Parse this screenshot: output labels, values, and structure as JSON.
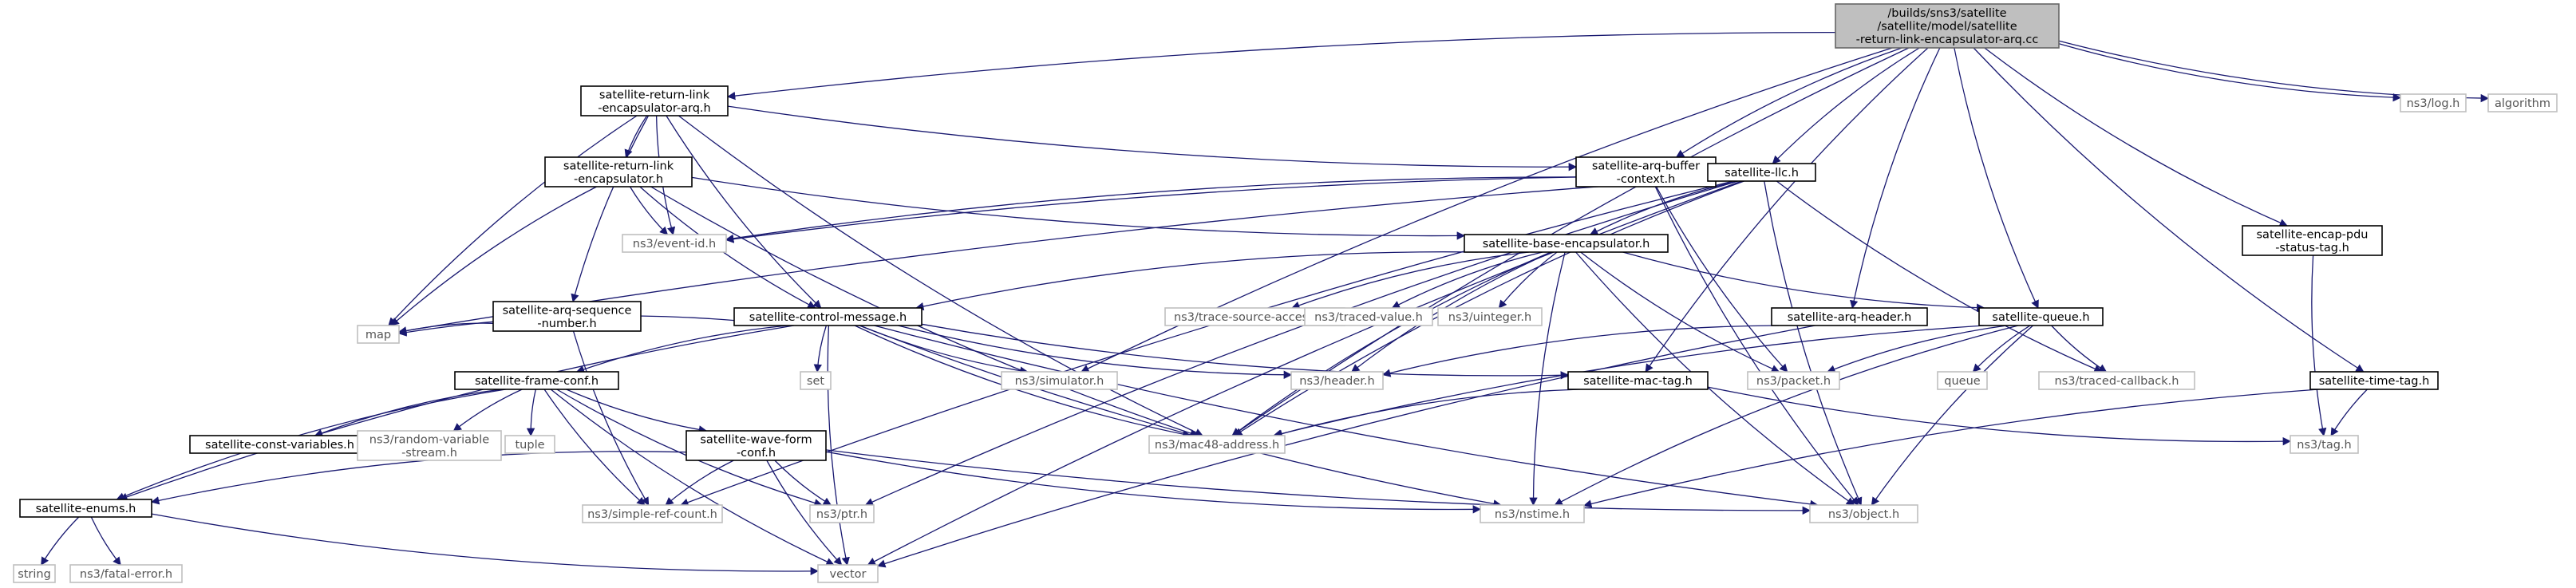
{
  "nodes": [
    {
      "id": "root",
      "lines": [
        "/builds/sns3/satellite",
        "/satellite/model/satellite",
        "-return-link-encapsulator-arq.cc"
      ],
      "kind": "root"
    },
    {
      "id": "retEncArqH",
      "lines": [
        "satellite-return-link",
        "-encapsulator-arq.h"
      ],
      "kind": "doc"
    },
    {
      "id": "log",
      "lines": [
        "ns3/log.h"
      ],
      "kind": "ext"
    },
    {
      "id": "algorithm",
      "lines": [
        "algorithm"
      ],
      "kind": "ext"
    },
    {
      "id": "retEncH",
      "lines": [
        "satellite-return-link",
        "-encapsulator.h"
      ],
      "kind": "doc"
    },
    {
      "id": "arqBuf",
      "lines": [
        "satellite-arq-buffer",
        "-context.h"
      ],
      "kind": "doc"
    },
    {
      "id": "llc",
      "lines": [
        "satellite-llc.h"
      ],
      "kind": "doc"
    },
    {
      "id": "encapPdu",
      "lines": [
        "satellite-encap-pdu",
        "-status-tag.h"
      ],
      "kind": "doc"
    },
    {
      "id": "eventId",
      "lines": [
        "ns3/event-id.h"
      ],
      "kind": "ext"
    },
    {
      "id": "baseEnc",
      "lines": [
        "satellite-base-encapsulator.h"
      ],
      "kind": "doc"
    },
    {
      "id": "arqSeq",
      "lines": [
        "satellite-arq-sequence",
        "-number.h"
      ],
      "kind": "doc"
    },
    {
      "id": "ctrlMsg",
      "lines": [
        "satellite-control-message.h"
      ],
      "kind": "doc"
    },
    {
      "id": "traceSrc",
      "lines": [
        "ns3/trace-source-accessor.h"
      ],
      "kind": "ext"
    },
    {
      "id": "tracedVal",
      "lines": [
        "ns3/traced-value.h"
      ],
      "kind": "ext"
    },
    {
      "id": "uinteger",
      "lines": [
        "ns3/uinteger.h"
      ],
      "kind": "ext"
    },
    {
      "id": "arqHdr",
      "lines": [
        "satellite-arq-header.h"
      ],
      "kind": "doc"
    },
    {
      "id": "queue",
      "lines": [
        "satellite-queue.h"
      ],
      "kind": "doc"
    },
    {
      "id": "map",
      "lines": [
        "map"
      ],
      "kind": "ext"
    },
    {
      "id": "set",
      "lines": [
        "set"
      ],
      "kind": "ext"
    },
    {
      "id": "simulator",
      "lines": [
        "ns3/simulator.h"
      ],
      "kind": "ext"
    },
    {
      "id": "header",
      "lines": [
        "ns3/header.h"
      ],
      "kind": "ext"
    },
    {
      "id": "macTag",
      "lines": [
        "satellite-mac-tag.h"
      ],
      "kind": "doc"
    },
    {
      "id": "packet",
      "lines": [
        "ns3/packet.h"
      ],
      "kind": "ext"
    },
    {
      "id": "queueStd",
      "lines": [
        "queue"
      ],
      "kind": "ext"
    },
    {
      "id": "tracedCb",
      "lines": [
        "ns3/traced-callback.h"
      ],
      "kind": "ext"
    },
    {
      "id": "timeTag",
      "lines": [
        "satellite-time-tag.h"
      ],
      "kind": "doc"
    },
    {
      "id": "frameConf",
      "lines": [
        "satellite-frame-conf.h"
      ],
      "kind": "doc"
    },
    {
      "id": "constVars",
      "lines": [
        "satellite-const-variables.h"
      ],
      "kind": "doc"
    },
    {
      "id": "rndStream",
      "lines": [
        "ns3/random-variable",
        "-stream.h"
      ],
      "kind": "ext"
    },
    {
      "id": "tuple",
      "lines": [
        "tuple"
      ],
      "kind": "ext"
    },
    {
      "id": "waveForm",
      "lines": [
        "satellite-wave-form",
        "-conf.h"
      ],
      "kind": "doc"
    },
    {
      "id": "mac48",
      "lines": [
        "ns3/mac48-address.h"
      ],
      "kind": "ext"
    },
    {
      "id": "tag",
      "lines": [
        "ns3/tag.h"
      ],
      "kind": "ext"
    },
    {
      "id": "enums",
      "lines": [
        "satellite-enums.h"
      ],
      "kind": "doc"
    },
    {
      "id": "simpleRef",
      "lines": [
        "ns3/simple-ref-count.h"
      ],
      "kind": "ext"
    },
    {
      "id": "ptr",
      "lines": [
        "ns3/ptr.h"
      ],
      "kind": "ext"
    },
    {
      "id": "nstime",
      "lines": [
        "ns3/nstime.h"
      ],
      "kind": "ext"
    },
    {
      "id": "object",
      "lines": [
        "ns3/object.h"
      ],
      "kind": "ext"
    },
    {
      "id": "string",
      "lines": [
        "string"
      ],
      "kind": "ext"
    },
    {
      "id": "fatalErr",
      "lines": [
        "ns3/fatal-error.h"
      ],
      "kind": "ext"
    },
    {
      "id": "vector",
      "lines": [
        "vector"
      ],
      "kind": "ext"
    }
  ],
  "edges": [
    [
      "root",
      "retEncArqH"
    ],
    [
      "root",
      "log"
    ],
    [
      "root",
      "algorithm"
    ],
    [
      "root",
      "arqBuf"
    ],
    [
      "root",
      "llc"
    ],
    [
      "root",
      "encapPdu"
    ],
    [
      "root",
      "arqHdr"
    ],
    [
      "root",
      "queue"
    ],
    [
      "root",
      "timeTag"
    ],
    [
      "root",
      "simulator"
    ],
    [
      "root",
      "mac48"
    ],
    [
      "root",
      "macTag"
    ],
    [
      "retEncArqH",
      "retEncH"
    ],
    [
      "retEncArqH",
      "arqBuf"
    ],
    [
      "retEncArqH",
      "eventId"
    ],
    [
      "retEncArqH",
      "map"
    ],
    [
      "retEncArqH",
      "arqSeq"
    ],
    [
      "retEncArqH",
      "ctrlMsg"
    ],
    [
      "retEncArqH",
      "mac48"
    ],
    [
      "retEncH",
      "baseEnc"
    ],
    [
      "retEncH",
      "eventId"
    ],
    [
      "retEncH",
      "map"
    ],
    [
      "retEncH",
      "ctrlMsg"
    ],
    [
      "retEncH",
      "mac48"
    ],
    [
      "arqBuf",
      "packet"
    ],
    [
      "arqBuf",
      "eventId"
    ],
    [
      "arqBuf",
      "object"
    ],
    [
      "llc",
      "baseEnc"
    ],
    [
      "llc",
      "eventId"
    ],
    [
      "llc",
      "map"
    ],
    [
      "llc",
      "mac48"
    ],
    [
      "llc",
      "tracedCb"
    ],
    [
      "llc",
      "object"
    ],
    [
      "llc",
      "vector"
    ],
    [
      "llc",
      "ptr"
    ],
    [
      "llc",
      "simpleRef"
    ],
    [
      "encapPdu",
      "tag"
    ],
    [
      "baseEnc",
      "ctrlMsg"
    ],
    [
      "baseEnc",
      "traceSrc"
    ],
    [
      "baseEnc",
      "tracedVal"
    ],
    [
      "baseEnc",
      "uinteger"
    ],
    [
      "baseEnc",
      "queue"
    ],
    [
      "baseEnc",
      "packet"
    ],
    [
      "baseEnc",
      "mac48"
    ],
    [
      "baseEnc",
      "nstime"
    ],
    [
      "baseEnc",
      "object"
    ],
    [
      "baseEnc",
      "header"
    ],
    [
      "arqSeq",
      "map"
    ],
    [
      "arqSeq",
      "simpleRef"
    ],
    [
      "ctrlMsg",
      "map"
    ],
    [
      "ctrlMsg",
      "set"
    ],
    [
      "ctrlMsg",
      "simulator"
    ],
    [
      "ctrlMsg",
      "header"
    ],
    [
      "ctrlMsg",
      "macTag"
    ],
    [
      "ctrlMsg",
      "frameConf"
    ],
    [
      "ctrlMsg",
      "enums"
    ],
    [
      "ctrlMsg",
      "mac48"
    ],
    [
      "ctrlMsg",
      "vector"
    ],
    [
      "ctrlMsg",
      "object"
    ],
    [
      "ctrlMsg",
      "nstime"
    ],
    [
      "arqHdr",
      "header"
    ],
    [
      "arqHdr",
      "vector"
    ],
    [
      "queue",
      "queueStd"
    ],
    [
      "queue",
      "tracedCb"
    ],
    [
      "queue",
      "packet"
    ],
    [
      "queue",
      "object"
    ],
    [
      "queue",
      "nstime"
    ],
    [
      "queue",
      "mac48"
    ],
    [
      "macTag",
      "mac48"
    ],
    [
      "macTag",
      "tag"
    ],
    [
      "timeTag",
      "tag"
    ],
    [
      "timeTag",
      "nstime"
    ],
    [
      "frameConf",
      "constVars"
    ],
    [
      "frameConf",
      "rndStream"
    ],
    [
      "frameConf",
      "tuple"
    ],
    [
      "frameConf",
      "waveForm"
    ],
    [
      "frameConf",
      "enums"
    ],
    [
      "frameConf",
      "simpleRef"
    ],
    [
      "frameConf",
      "ptr"
    ],
    [
      "frameConf",
      "vector"
    ],
    [
      "waveForm",
      "enums"
    ],
    [
      "waveForm",
      "simpleRef"
    ],
    [
      "waveForm",
      "ptr"
    ],
    [
      "waveForm",
      "nstime"
    ],
    [
      "waveForm",
      "object"
    ],
    [
      "waveForm",
      "vector"
    ],
    [
      "enums",
      "string"
    ],
    [
      "enums",
      "fatalErr"
    ],
    [
      "enums",
      "vector"
    ]
  ]
}
